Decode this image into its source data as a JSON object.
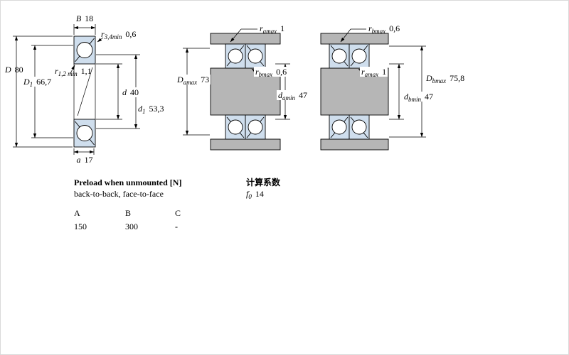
{
  "colors": {
    "ring_fill": "#cfdeed",
    "steel_fill": "#b6b6b6",
    "line": "#000000"
  },
  "figure_left": {
    "B": {
      "base": "B",
      "sub": "",
      "value": "18"
    },
    "r34": {
      "base": "r",
      "sub": "3,4min",
      "value": "0,6"
    },
    "D": {
      "base": "D",
      "sub": "",
      "value": "80"
    },
    "D1": {
      "base": "D",
      "sub": "1",
      "value": "66,7"
    },
    "r12": {
      "base": "r",
      "sub": "1,2 min",
      "value": "1,1"
    },
    "d": {
      "base": "d",
      "sub": "",
      "value": "40"
    },
    "d1": {
      "base": "d",
      "sub": "1",
      "value": "53,3"
    },
    "a": {
      "base": "a",
      "sub": "",
      "value": "17"
    }
  },
  "figure_middle": {
    "ra": {
      "base": "r",
      "sub": "amax",
      "value": "1"
    },
    "Da": {
      "base": "D",
      "sub": "amax",
      "value": "73"
    },
    "rb": {
      "base": "r",
      "sub": "bmax",
      "value": "0,6"
    },
    "da": {
      "base": "d",
      "sub": "amin",
      "value": "47"
    }
  },
  "figure_right": {
    "rb": {
      "base": "r",
      "sub": "bmax",
      "value": "0,6"
    },
    "ra": {
      "base": "r",
      "sub": "amax",
      "value": "1"
    },
    "Db": {
      "base": "D",
      "sub": "bmax",
      "value": "75,8"
    },
    "db": {
      "base": "d",
      "sub": "bmin",
      "value": "47"
    }
  },
  "preload": {
    "title": "Preload when unmounted [N]",
    "subtitle": "back-to-back, face-to-face",
    "columns": [
      "A",
      "B",
      "C"
    ],
    "values": [
      "150",
      "300",
      "-"
    ]
  },
  "factors": {
    "title": "计算系数",
    "f0": {
      "base": "f",
      "sub": "0",
      "value": "14"
    }
  }
}
